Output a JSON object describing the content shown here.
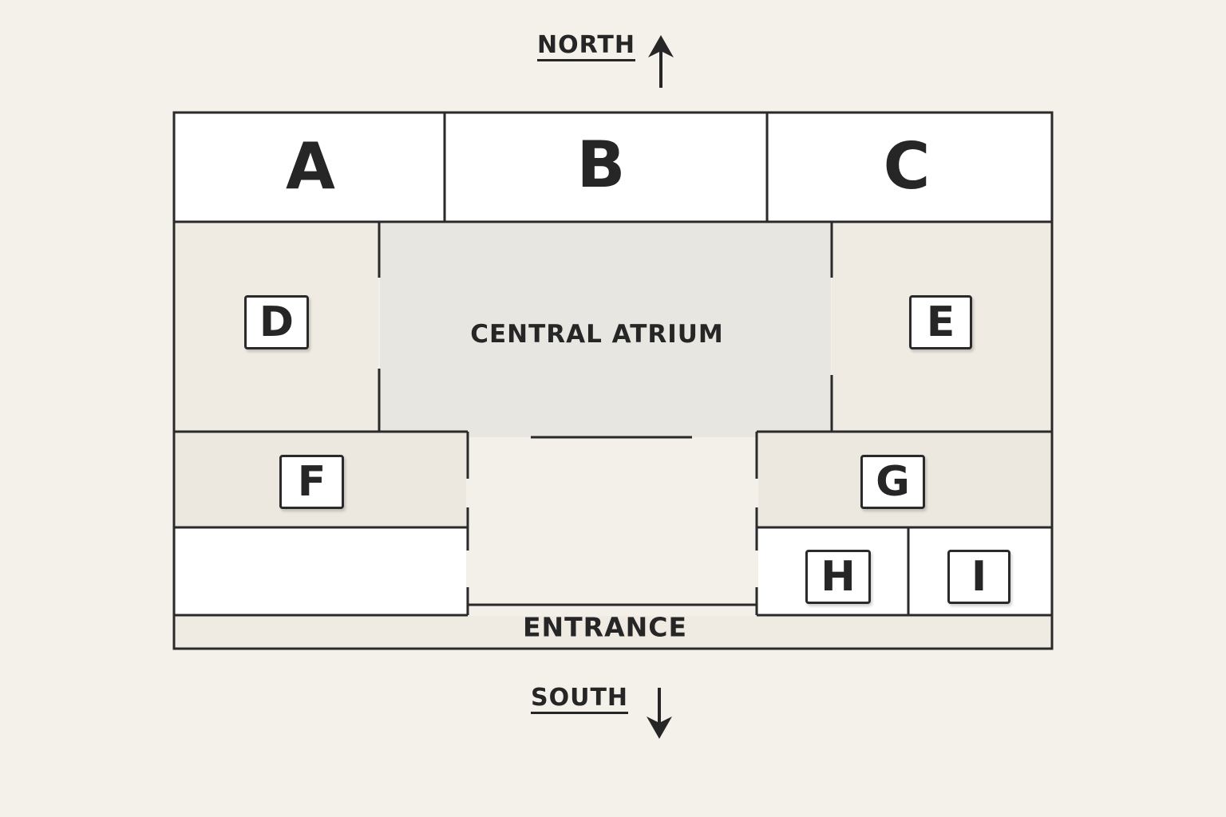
{
  "compass": {
    "north": "NORTH",
    "south": "SOUTH"
  },
  "rooms": {
    "a": "A",
    "b": "B",
    "c": "C",
    "d": "D",
    "e": "E",
    "f": "F",
    "g": "G",
    "h": "H",
    "i": "I"
  },
  "areas": {
    "atrium": "CENTRAL ATRIUM",
    "entrance": "ENTRANCE"
  },
  "colors": {
    "background": "#f4f0ea",
    "wall": "#2a2a2a",
    "room_white": "#ffffff",
    "room_beige": "#efebe2",
    "atrium": "#e8e6e1",
    "corridor": "#f3efe9"
  }
}
